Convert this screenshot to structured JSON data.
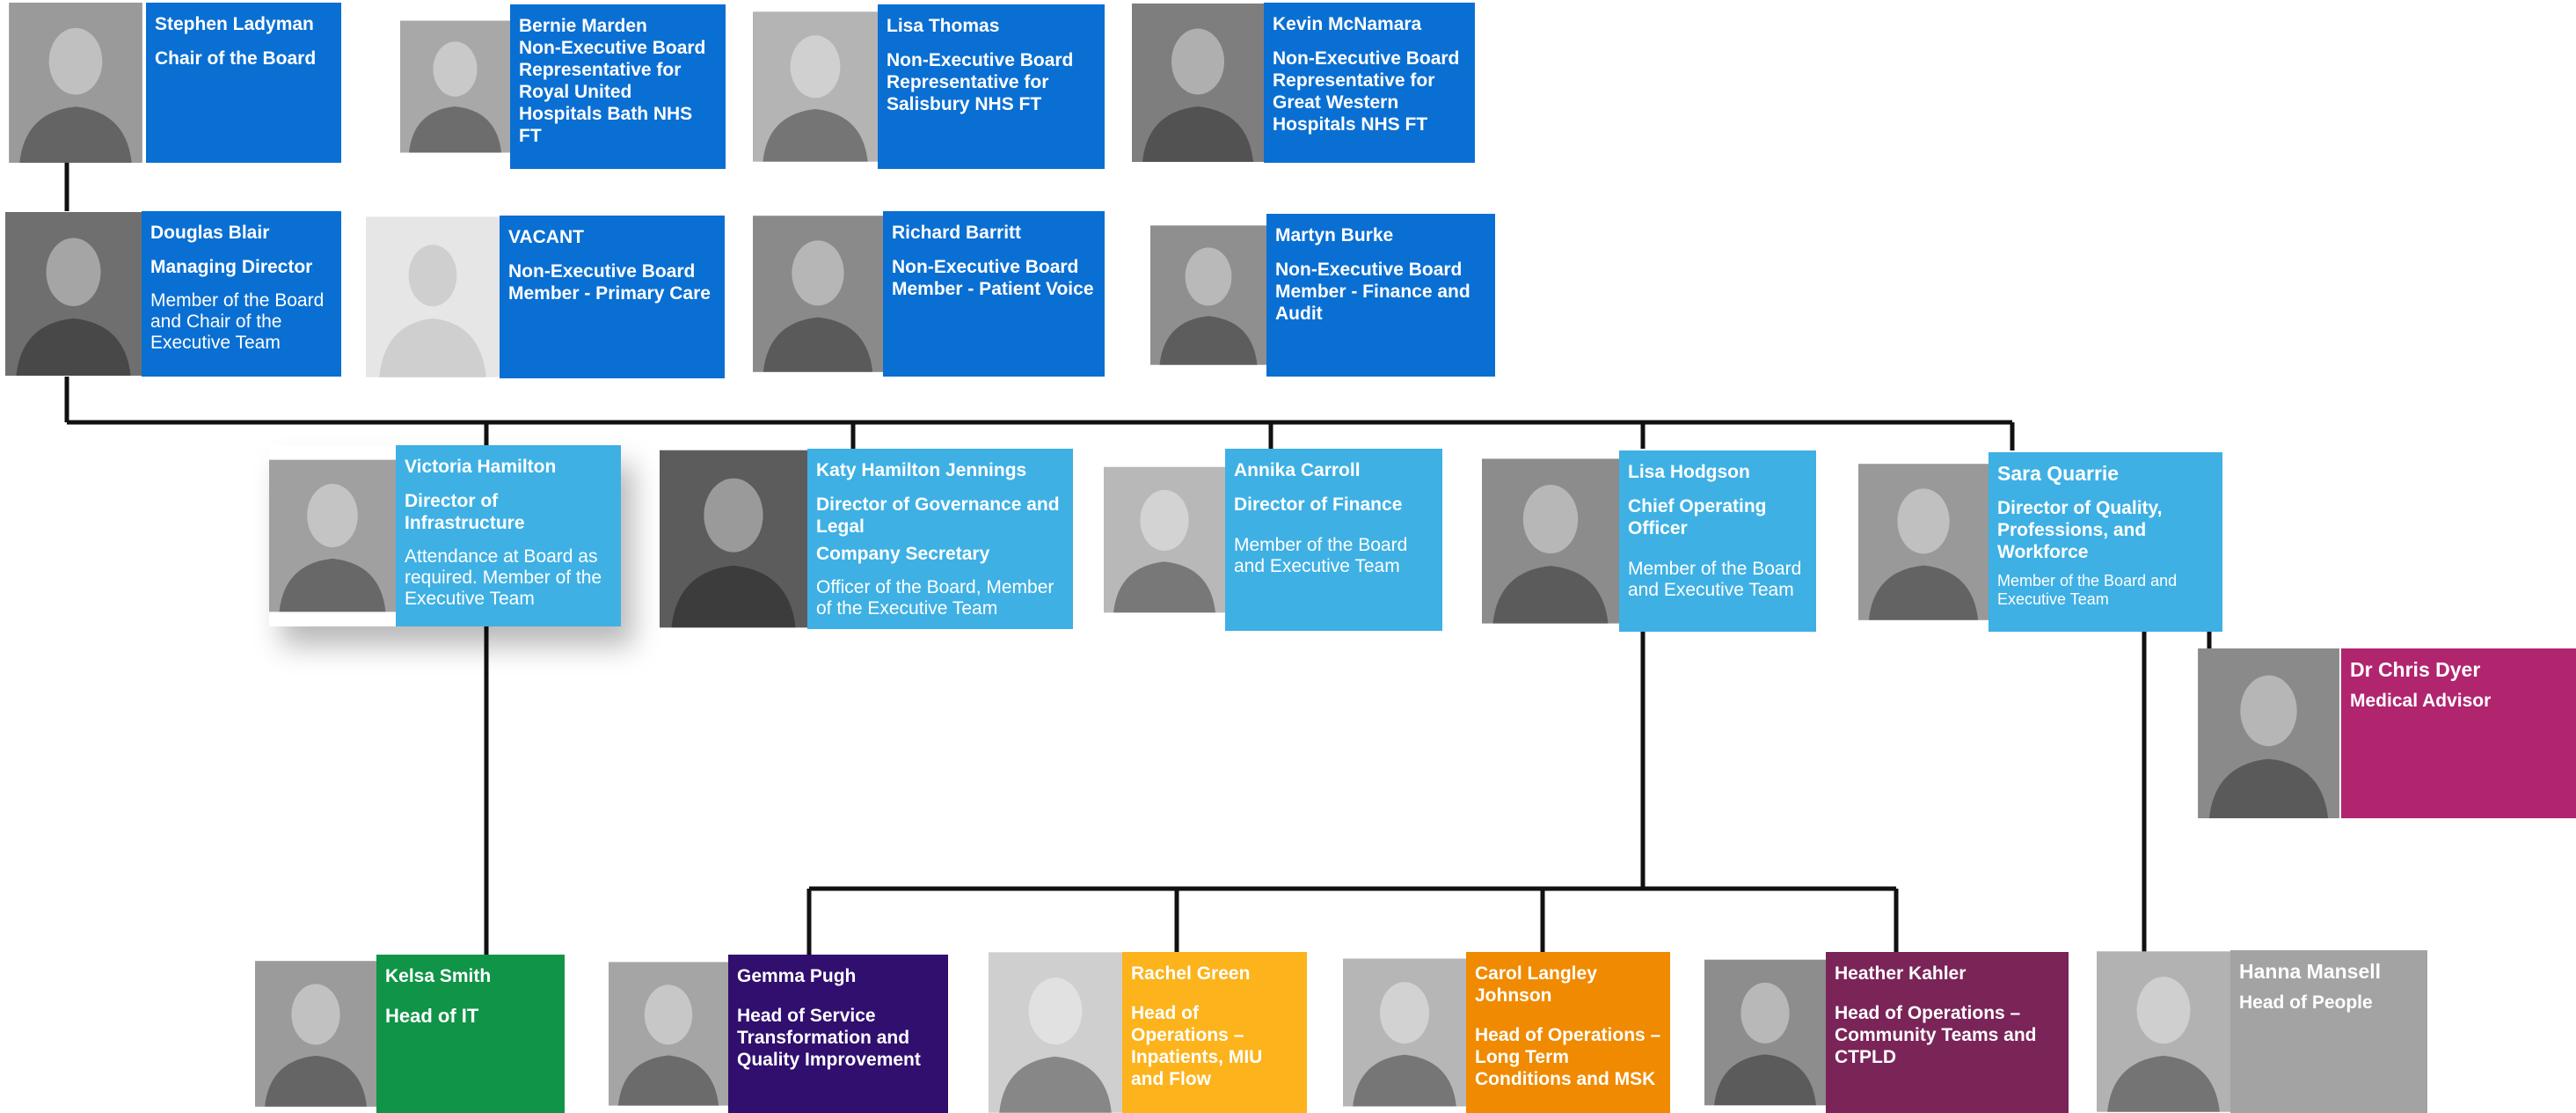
{
  "colors": {
    "board": "#0a6fd2",
    "exec": "#3eb0e4",
    "kelsa": "#109447",
    "gemma": "#300f6e",
    "rachel": "#fcb31c",
    "carol": "#f08a00",
    "heather": "#7a2458",
    "hanna": "#a3a3a3",
    "chris": "#b0256e",
    "line": "#111111"
  },
  "board_row1": [
    {
      "name": "Stephen Ladyman",
      "role": "Chair of the Board"
    },
    {
      "name": "Bernie Marden",
      "role": "Non-Executive Board Representative for Royal United Hospitals Bath NHS FT"
    },
    {
      "name": "Lisa Thomas",
      "role": "Non-Executive Board Representative for Salisbury NHS FT"
    },
    {
      "name": "Kevin McNamara",
      "role": "Non-Executive Board Representative for Great Western Hospitals NHS FT"
    }
  ],
  "board_row2": [
    {
      "name": "Douglas Blair",
      "role": "Managing Director",
      "note": "Member of the Board and Chair of the Executive Team"
    },
    {
      "name": "VACANT",
      "role": "Non-Executive Board Member -  Primary Care"
    },
    {
      "name": "Richard Barritt",
      "role": "Non-Executive Board Member - Patient Voice"
    },
    {
      "name": "Martyn Burke",
      "role": "Non-Executive Board Member - Finance and Audit"
    }
  ],
  "exec_row": [
    {
      "name": "Victoria Hamilton",
      "role": "Director of Infrastructure",
      "note": "Attendance at Board as required. Member of the Executive Team"
    },
    {
      "name": "Katy Hamilton Jennings",
      "role": "Director of Governance and Legal",
      "role2": "Company Secretary",
      "note": "Officer of the Board, Member of the Executive Team"
    },
    {
      "name": "Annika Carroll",
      "role": "Director of Finance",
      "note": "Member of the Board and Executive Team"
    },
    {
      "name": "Lisa Hodgson",
      "role": "Chief Operating Officer",
      "note": "Member of the Board and Executive Team"
    },
    {
      "name": "Sara Quarrie",
      "role": "Director of Quality, Professions, and Workforce",
      "note": "Member of the Board and Executive Team"
    }
  ],
  "advisor": {
    "name": "Dr Chris Dyer",
    "role": "Medical Advisor"
  },
  "heads_row": [
    {
      "name": "Kelsa Smith",
      "role": "Head of IT"
    },
    {
      "name": "Gemma Pugh",
      "role": "Head of Service Transformation and Quality Improvement"
    },
    {
      "name": "Rachel Green",
      "role": "Head of Operations – Inpatients, MIU and Flow"
    },
    {
      "name": "Carol Langley Johnson",
      "role": "Head of Operations – Long Term Conditions and MSK"
    },
    {
      "name": "Heather Kahler",
      "role": "Head of Operations – Community Teams and CTPLD"
    },
    {
      "name": "Hanna Mansell",
      "role": "Head of People"
    }
  ]
}
